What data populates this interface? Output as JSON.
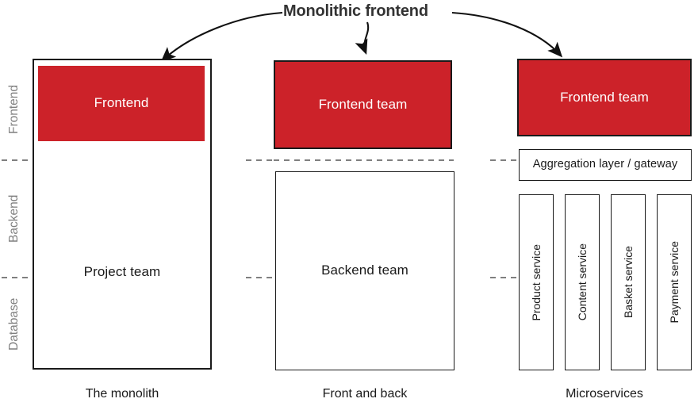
{
  "title": {
    "text": "Monolithic frontend"
  },
  "axis": {
    "labels": [
      {
        "name": "frontend",
        "text": "Frontend"
      },
      {
        "name": "backend",
        "text": "Backend"
      },
      {
        "name": "database",
        "text": "Database"
      }
    ]
  },
  "columns": [
    {
      "id": "monolith",
      "caption": "The monolith",
      "boxes": [
        {
          "name": "frontend-box",
          "text": "Frontend",
          "fill": "red"
        },
        {
          "name": "project-team-box",
          "text": "Project team",
          "fill": "white"
        }
      ]
    },
    {
      "id": "front-and-back",
      "caption": "Front and back",
      "boxes": [
        {
          "name": "frontend-team-box",
          "text": "Frontend team",
          "fill": "red"
        },
        {
          "name": "backend-team-box",
          "text": "Backend team",
          "fill": "white"
        }
      ]
    },
    {
      "id": "microservices",
      "caption": "Microservices",
      "boxes": [
        {
          "name": "frontend-team-box",
          "text": "Frontend team",
          "fill": "red"
        },
        {
          "name": "aggregation-layer-box",
          "text": "Aggregation layer / gateway",
          "fill": "white"
        }
      ],
      "services": [
        {
          "name": "product-service-box",
          "text": "Product service"
        },
        {
          "name": "content-service-box",
          "text": "Content service"
        },
        {
          "name": "basket-service-box",
          "text": "Basket service"
        },
        {
          "name": "payment-service-box",
          "text": "Payment service"
        }
      ]
    }
  ],
  "colors": {
    "accent_red": "#cc2229",
    "stroke": "#1a1a1a",
    "axis_text": "#808080",
    "title_text": "#333333",
    "divider": "#555555",
    "background": "#ffffff"
  },
  "dividers": [
    {
      "name": "frontend-backend-divider",
      "style": "dashed"
    },
    {
      "name": "backend-database-divider",
      "style": "dashed"
    }
  ],
  "arrows": [
    {
      "name": "arrow-to-monolith-frontend"
    },
    {
      "name": "arrow-to-front-and-back-frontend"
    },
    {
      "name": "arrow-to-microservices-frontend"
    }
  ]
}
